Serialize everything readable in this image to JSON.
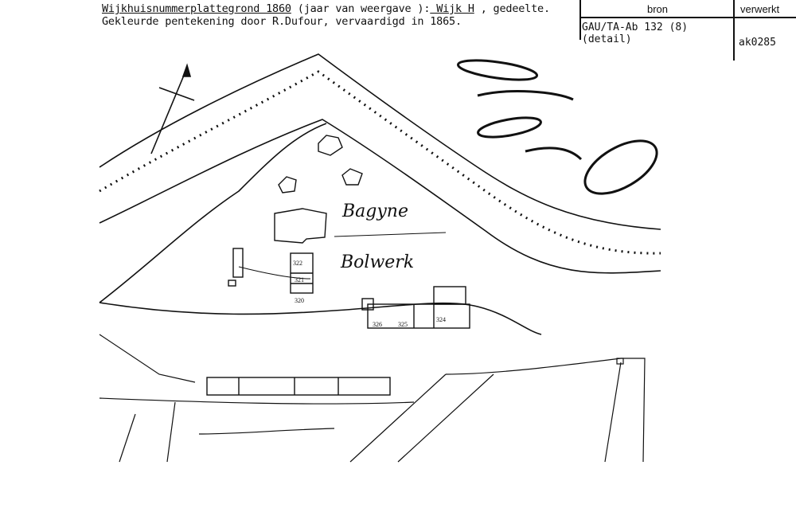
{
  "header": {
    "title_underlined": "Wijkhuisnummerplattegrond 1860",
    "title_middle": " (jaar van weergave ):",
    "ward_underlined": " Wijk H",
    "title_end": " , gedeelte.",
    "subtitle": "Gekleurde pentekening door R.Dufour, vervaardigd in 1865."
  },
  "table": {
    "col_source": "bron",
    "col_processed": "verwerkt",
    "source_line1": "GAU/TA-Ab  132 (8)",
    "source_line2": "(detail)",
    "processed_value": "ak0285"
  },
  "map": {
    "labels": {
      "bagyne": "Bagyne",
      "bolwerk": "Bolwerk"
    },
    "house_numbers": [
      "322",
      "321",
      "320",
      "326",
      "325",
      "324"
    ]
  }
}
